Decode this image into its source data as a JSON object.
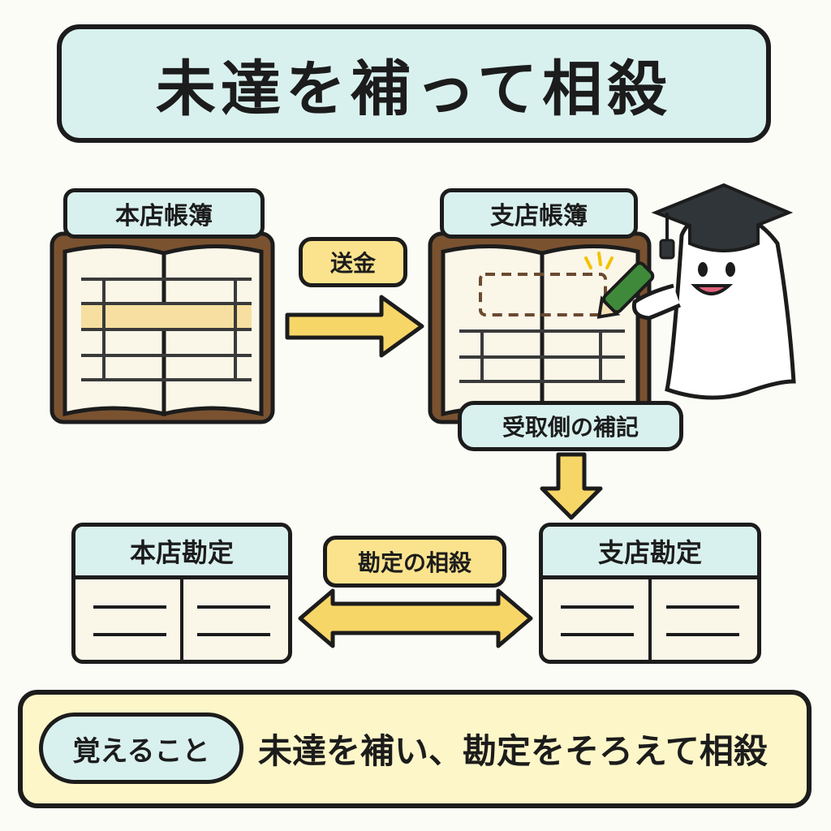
{
  "title": "未達を補って相殺",
  "books": {
    "head_office": "本店帳簿",
    "branch": "支店帳簿"
  },
  "arrows": {
    "remittance": "送金",
    "receiver_entry": "受取側の補記",
    "account_offset": "勘定の相殺"
  },
  "accounts": {
    "head_office": "本店勘定",
    "branch": "支店勘定"
  },
  "memo": {
    "label": "覚えること",
    "text": "未達を補い、勘定をそろえて相殺"
  },
  "colors": {
    "teal": "#d9f1ee",
    "yellow": "#fbe38e",
    "cream": "#fdf6c8",
    "book_cover": "#7a5230",
    "outline": "#1c1c1c"
  }
}
